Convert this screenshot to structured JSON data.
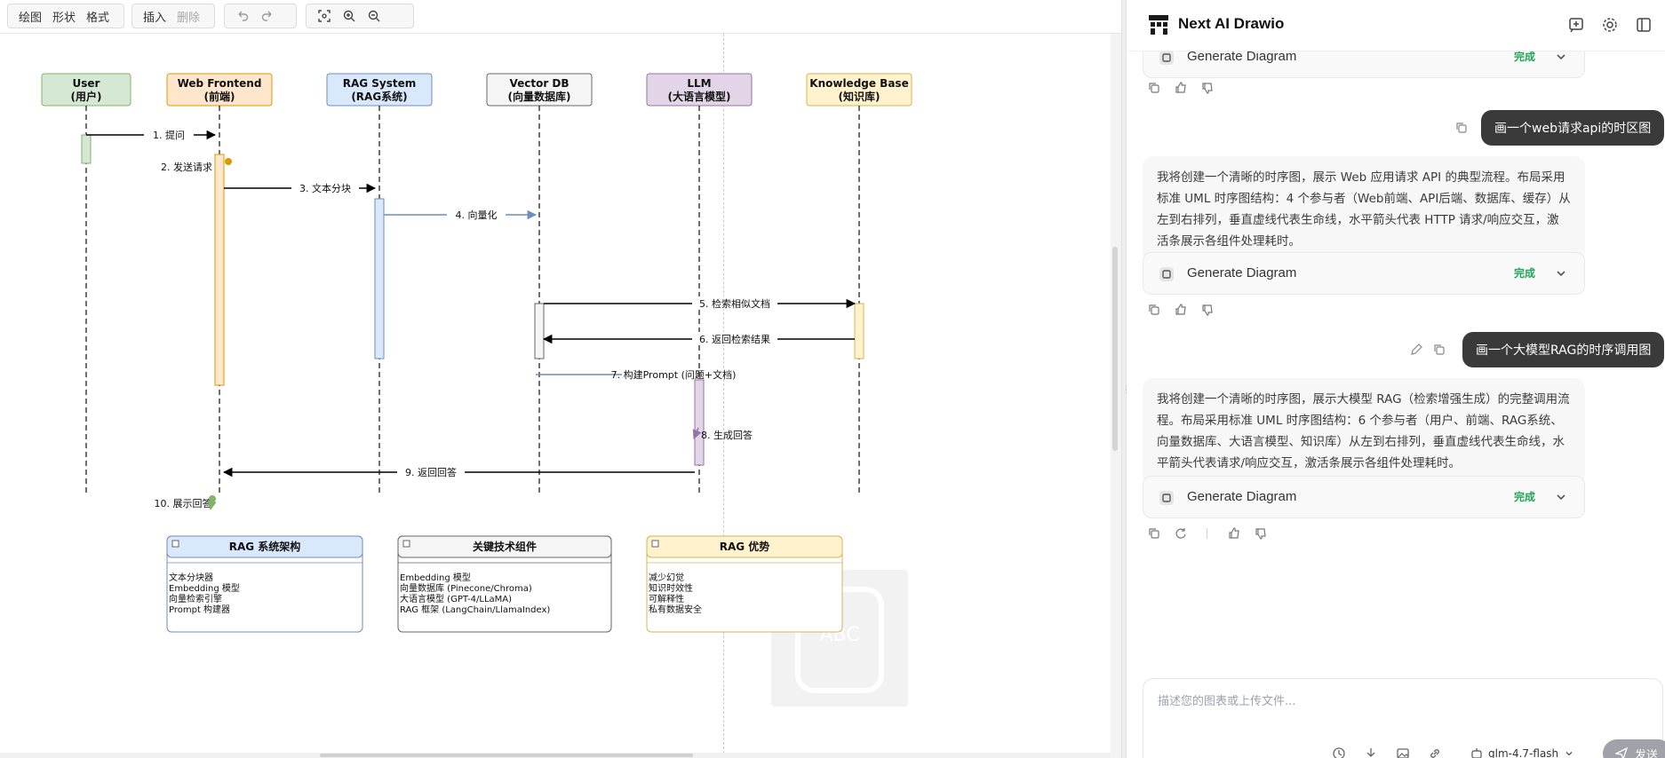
{
  "toolbar": {
    "draw": "绘图",
    "shape": "形状",
    "format": "格式",
    "insert": "插入",
    "delete": "删除",
    "icons": [
      "undo-icon",
      "redo-icon",
      "fit-icon",
      "zoom-in-icon",
      "zoom-out-icon"
    ]
  },
  "diagram": {
    "participants": [
      {
        "title": "User",
        "subtitle": "(用户)",
        "fill": "#d5e8d4",
        "stroke": "#82b366"
      },
      {
        "title": "Web Frontend",
        "subtitle": "(前端)",
        "fill": "#ffe6cc",
        "stroke": "#d79b00"
      },
      {
        "title": "RAG System",
        "subtitle": "(RAG系统)",
        "fill": "#dae8fc",
        "stroke": "#6c8ebf"
      },
      {
        "title": "Vector DB",
        "subtitle": "(向量数据库)",
        "fill": "#f5f5f5",
        "stroke": "#666666"
      },
      {
        "title": "LLM",
        "subtitle": "(大语言模型)",
        "fill": "#e1d5e7",
        "stroke": "#9673a6"
      },
      {
        "title": "Knowledge Base",
        "subtitle": "(知识库)",
        "fill": "#fff2cc",
        "stroke": "#d6b656"
      }
    ],
    "messages": [
      {
        "label": "1. 提问"
      },
      {
        "label": "2. 发送请求"
      },
      {
        "label": "3. 文本分块"
      },
      {
        "label": "4. 向量化"
      },
      {
        "label": "5. 检索相似文档"
      },
      {
        "label": "6. 返回检索结果"
      },
      {
        "label": "7. 构建Prompt (问题+文档)"
      },
      {
        "label": "8. 生成回答"
      },
      {
        "label": "9. 返回回答"
      },
      {
        "label": "10. 展示回答"
      }
    ],
    "notes": [
      {
        "title": "RAG 系统架构",
        "lines": [
          "文本分块器",
          "Embedding 模型",
          "向量检索引擎",
          "Prompt 构建器"
        ],
        "fill": "#dae8fc",
        "stroke": "#6c8ebf"
      },
      {
        "title": "关键技术组件",
        "lines": [
          "Embedding 模型",
          "向量数据库 (Pinecone/Chroma)",
          "大语言模型 (GPT-4/LLaMA)",
          "RAG 框架 (LangChain/LlamaIndex)"
        ],
        "fill": "#f5f5f5",
        "stroke": "#666666"
      },
      {
        "title": "RAG 优势",
        "lines": [
          "减少幻觉",
          "知识时效性",
          "可解释性",
          "私有数据安全"
        ],
        "fill": "#fff2cc",
        "stroke": "#d6b656"
      }
    ],
    "watermark_text": "ABC"
  },
  "chat": {
    "brand": "Next AI Drawio",
    "header_icons": [
      "new-chat-icon",
      "settings-icon",
      "collapse-panel-icon"
    ],
    "tool_label": "Generate Diagram",
    "tool_status": "完成",
    "user_messages": [
      "画一个web请求api的时区图",
      "画一个大模型RAG的时序调用图"
    ],
    "assistant_messages": [
      "我将创建一个清晰的时序图，展示 Web 应用请求 API 的典型流程。布局采用标准 UML 时序图结构：4 个参与者（Web前端、API后端、数据库、缓存）从左到右排列，垂直虚线代表生命线，水平箭头代表 HTTP 请求/响应交互，激活条展示各组件处理耗时。",
      "我将创建一个清晰的时序图，展示大模型 RAG（检索增强生成）的完整调用流程。布局采用标准 UML 时序图结构：6 个参与者（用户、前端、RAG系统、向量数据库、大语言模型、知识库）从左到右排列，垂直虚线代表生命线，水平箭头代表请求/响应交互，激活条展示各组件处理耗时。"
    ],
    "composer_placeholder": "描述您的图表或上传文件...",
    "model": "glm-4.7-flash",
    "send_label": "发送"
  },
  "colors": {
    "accent_dark": "#3a3a3a",
    "status_green": "#22a559"
  }
}
